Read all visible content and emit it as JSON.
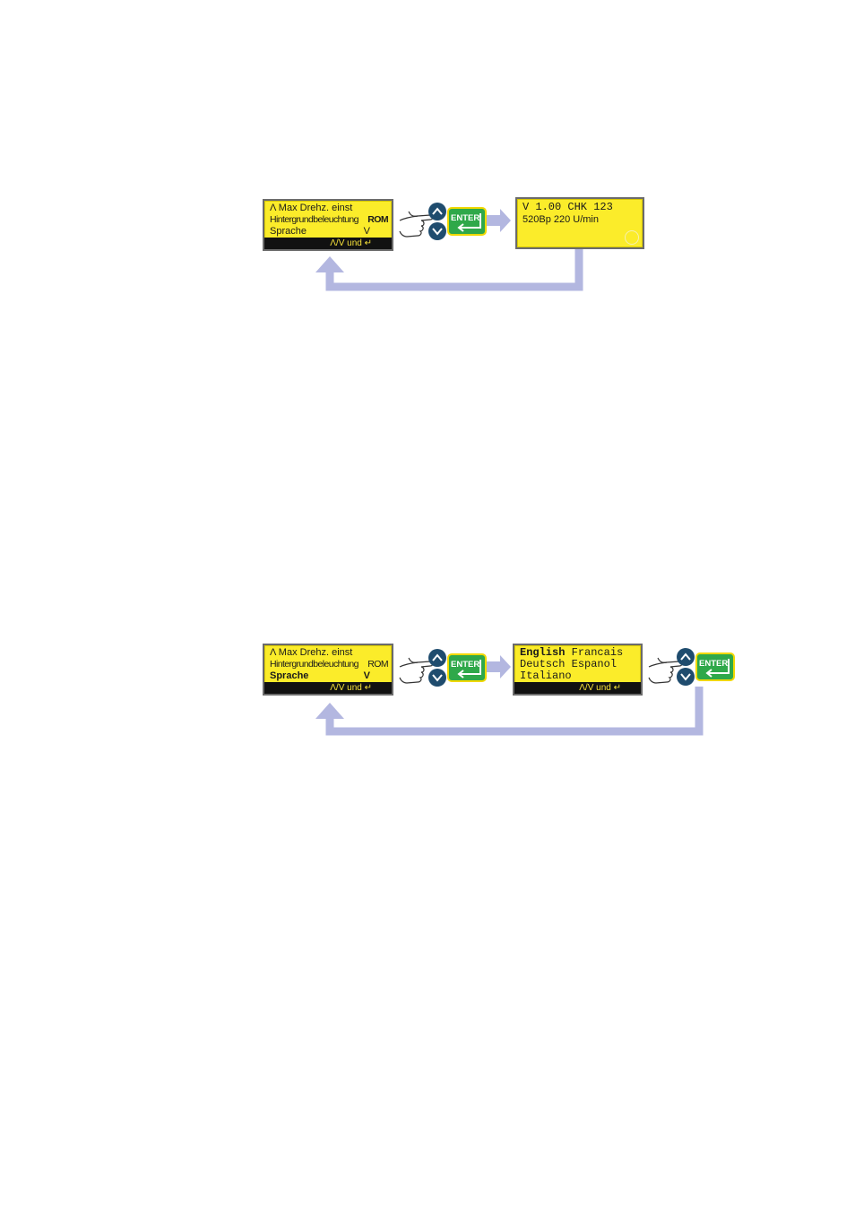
{
  "diagram1": {
    "left_display": {
      "line1": "Λ Max Drehz. einst",
      "line2_text": "Hintergrundbeleuchtung",
      "line2_value": "ROM",
      "line3_text": "Sprache",
      "line3_arrow": "V",
      "footer": "Λ/V  und  ↵"
    },
    "right_display": {
      "line1": "V 1.00 CHK 123",
      "line2": "520Bp 220 U/min"
    },
    "enter_label": "ENTER"
  },
  "diagram2": {
    "left_display": {
      "line1": "Λ Max Drehz. einst",
      "line2_text": "Hintergrundbeleuchtung",
      "line2_value": "ROM",
      "line3_text": "Sprache",
      "line3_arrow": "V",
      "footer": "Λ/V  und  ↵"
    },
    "language_display": {
      "opt1": "English",
      "opt2": "Francais",
      "opt3": "Deutsch",
      "opt4": "Espanol",
      "opt5": "Italiano",
      "footer": "Λ/V  und  ↵"
    },
    "enter_label": "ENTER"
  },
  "colors": {
    "lcd_yellow": "#fbec2a",
    "flow_arrow": "#b3b7e0",
    "nav_button": "#1f4c6e",
    "enter_green": "#2fa84a",
    "enter_border": "#f0d800"
  },
  "icons": [
    "pointing-hand-icon",
    "up-button-icon",
    "down-button-icon",
    "enter-key-icon",
    "return-arrow-icon"
  ]
}
